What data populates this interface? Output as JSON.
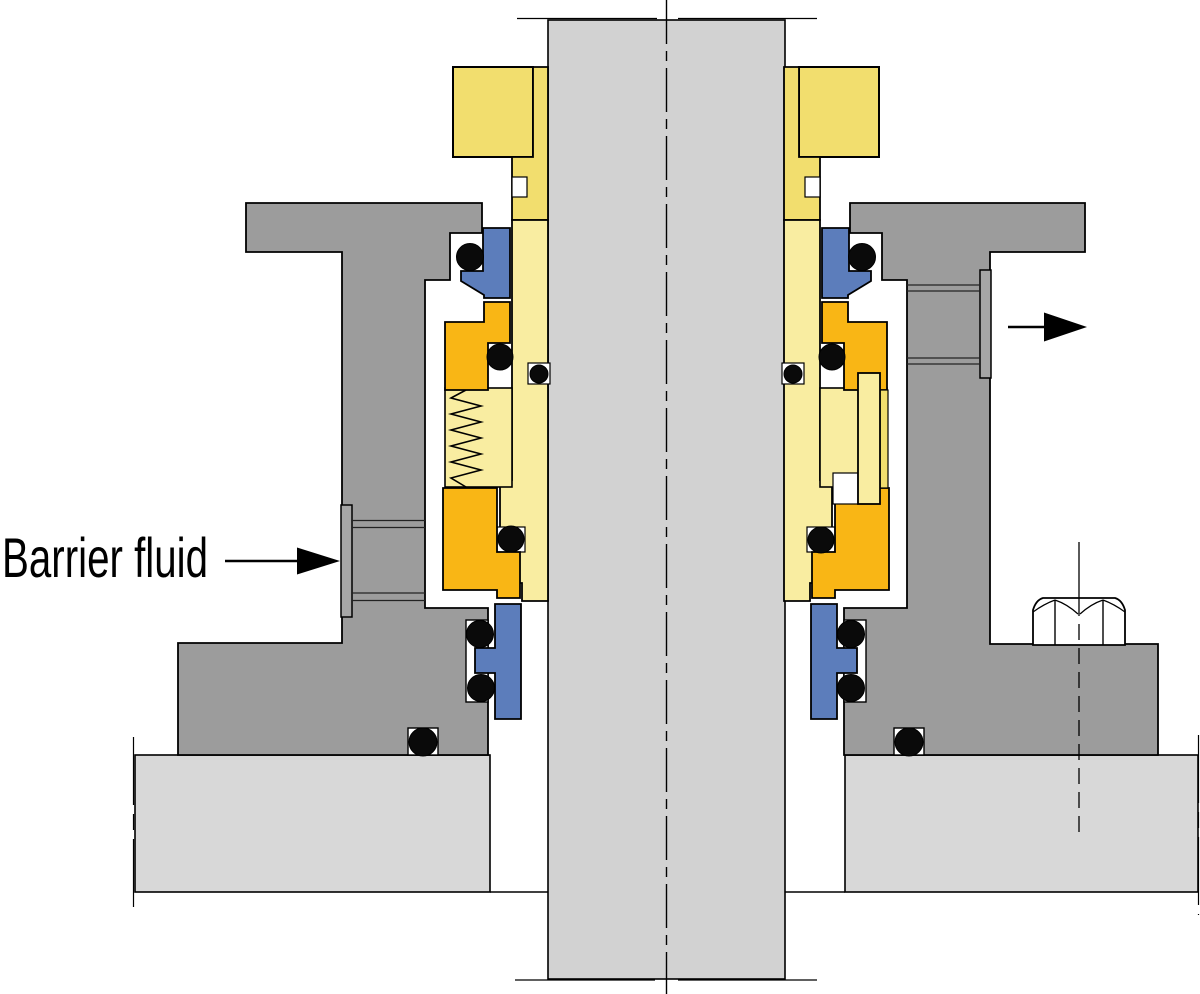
{
  "labels": {
    "barrier_fluid": "Barrier fluid"
  },
  "colors": {
    "outline": "#000000",
    "gland_gray": "#9C9C9C",
    "port_gray": "#A6A6A6",
    "shaft_gray": "#D2D2D2",
    "housing_gray": "#D8D8D8",
    "collar_yellow": "#F2DE6E",
    "sleeve_yellow": "#F9EDA1",
    "face_orange": "#F9B615",
    "seat_blue": "#5C7DBB",
    "oring_black": "#0A0A0A",
    "white": "#FFFFFF"
  },
  "components": {
    "shaft": "rotating pump shaft (cross-section)",
    "shaft_centerline": "shaft axis centerline",
    "gland_left": "seal gland plate, left half",
    "gland_right": "seal gland plate, right half",
    "pump_housing_left": "pump housing / stuffing box, left",
    "pump_housing_right": "pump housing / stuffing box, right",
    "drive_collar": "drive collar (yellow)",
    "shaft_sleeve": "shaft sleeve (yellow)",
    "spring": "compression spring",
    "drive_pin": "drive pin / set screw section",
    "seal_face": "rotating seal face (orange)",
    "seat": "stationary seat (blue)",
    "o_ring": "elastomer O-ring (black)",
    "barrier_inlet_port": "barrier fluid inlet port",
    "outlet_port": "barrier fluid outlet port",
    "gland_bolt": "gland hex bolt"
  }
}
